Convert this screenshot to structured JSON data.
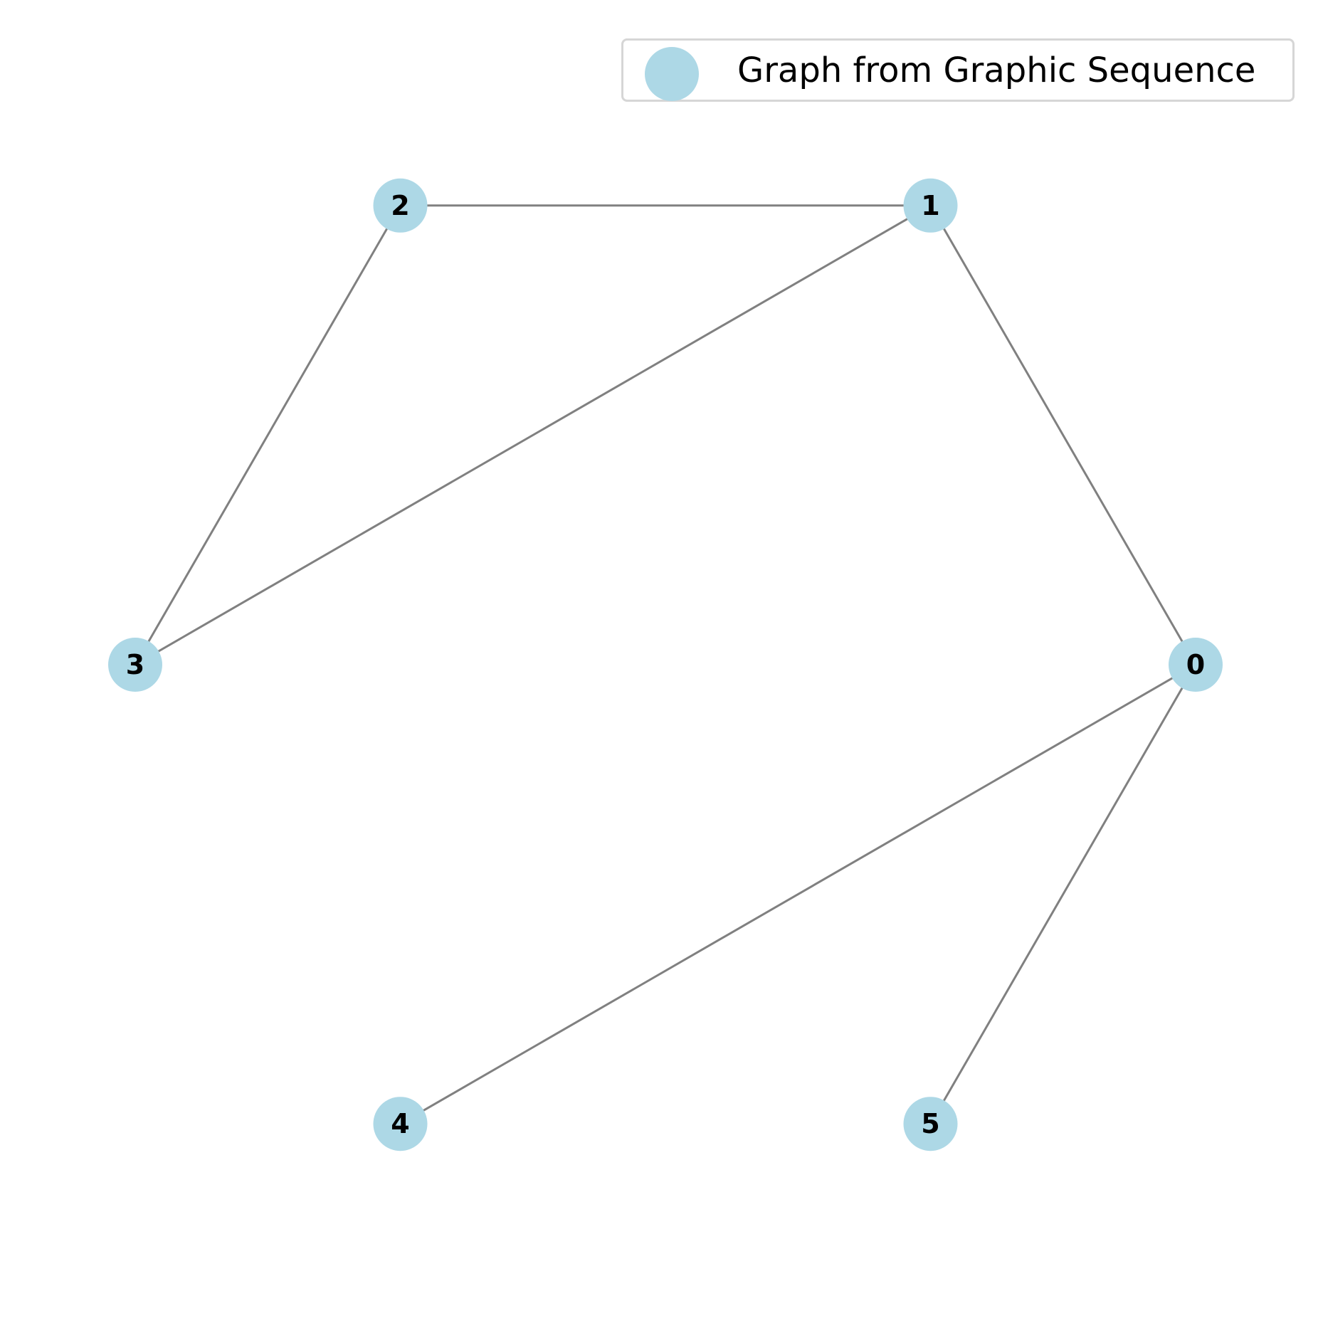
{
  "diagram": {
    "node_color": "#add8e6",
    "edge_color": "#808080",
    "nodes": [
      "0",
      "1",
      "2",
      "3",
      "4",
      "5"
    ],
    "edges": [
      [
        "2",
        "1"
      ],
      [
        "2",
        "3"
      ],
      [
        "1",
        "3"
      ],
      [
        "1",
        "0"
      ],
      [
        "0",
        "4"
      ],
      [
        "0",
        "5"
      ]
    ],
    "legend": {
      "label": "Graph from Graphic Sequence",
      "placement": "top-right"
    }
  }
}
